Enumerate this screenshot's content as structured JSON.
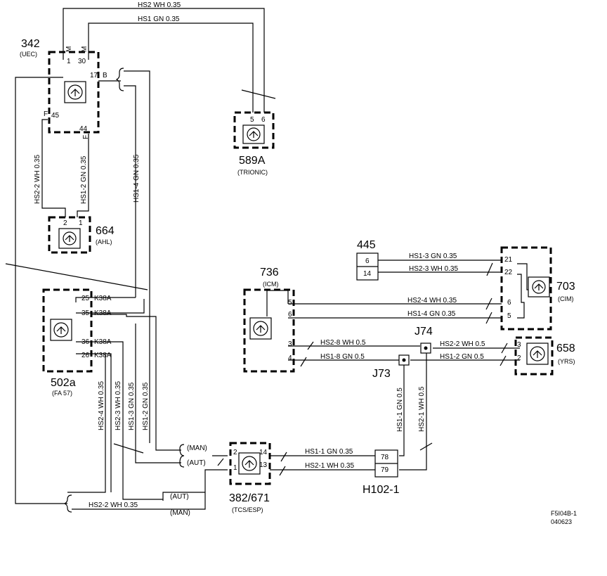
{
  "components": [
    {
      "id": "c342",
      "number": "342",
      "name": "(UEC)"
    },
    {
      "id": "c589",
      "number": "589A",
      "name": "(TRIONIC)"
    },
    {
      "id": "c664",
      "number": "664",
      "name": "(AHL)"
    },
    {
      "id": "c502",
      "number": "502a",
      "name": "(FA 57)"
    },
    {
      "id": "c445",
      "number": "445",
      "name": ""
    },
    {
      "id": "c736",
      "number": "736",
      "name": "(ICM)"
    },
    {
      "id": "c703",
      "number": "703",
      "name": "(CIM)"
    },
    {
      "id": "c658",
      "number": "658",
      "name": "(YRS)"
    },
    {
      "id": "c382",
      "number": "382/671",
      "name": "(TCS/ESP)"
    },
    {
      "id": "cH102",
      "number": "H102-1",
      "name": ""
    },
    {
      "id": "cJ74",
      "number": "J74",
      "name": ""
    },
    {
      "id": "cJ73",
      "number": "J73",
      "name": ""
    }
  ],
  "wire_labels": {
    "top_hs2": "HS2  WH  0.35",
    "top_hs1": "HS1  GN  0.35",
    "v_hs2_2": "HS2-2  WH  0.35",
    "v_hs1_2": "HS1-2  GN  0.35",
    "v_hs1_4": "HS1-4  GN  0.35",
    "w445_hs1_3": "HS1-3  GN  0.35",
    "w445_hs2_3": "HS2-3  WH  0.35",
    "w736_hs2_4": "HS2-4  WH  0.35",
    "w736_hs1_4": "HS1-4  GN  0.35",
    "w736_hs2_8": "HS2-8  WH  0.5",
    "w736_hs1_8": "HS1-8  GN  0.5",
    "w658_hs2_2": "HS2-2  WH  0.5",
    "w658_hs1_2": "HS1-2  GN  0.5",
    "v_hs1_1": "HS1-1  GN  0.5",
    "v_hs2_1": "HS2-1  WH  0.5",
    "b_hs1_1": "HS1-1  GN  0.35",
    "b_hs2_1": "HS2-1  WH  0.35",
    "v502_hs2_4": "HS2-4  WH  0.35",
    "v502_hs2_3": "HS2-3  WH  0.35",
    "v502_hs1_3": "HS1-3  GN  0.35",
    "v502_hs1_2": "HS1-2  GN  0.35",
    "bot_hs2_2": "HS2-2  WH  0.35",
    "k38a_1": "K38A",
    "k38a_2": "K38A",
    "k38a_3": "K38A",
    "k38a_4": "K38A",
    "man_1": "(MAN)",
    "aut_1": "(AUT)",
    "aut_2": "(AUT)",
    "man_2": "(MAN)"
  },
  "pins": {
    "p342_m1": "M",
    "p342_m2": "M",
    "p342_1": "1",
    "p342_30": "30",
    "p342_17": "17",
    "p342_b": "B",
    "p342_f1": "F",
    "p342_45": "45",
    "p342_44": "44",
    "p342_f2": "F",
    "p589_5": "5",
    "p589_6": "6",
    "p664_2": "2",
    "p664_1": "1",
    "p502_25": "25",
    "p502_35": "35",
    "p502_36": "36",
    "p502_26": "26",
    "p445_6": "6",
    "p445_14": "14",
    "p736_5": "5",
    "p736_6": "6",
    "p736_3": "3",
    "p736_4": "4",
    "p703_21": "21",
    "p703_22": "22",
    "p703_6": "6",
    "p703_5": "5",
    "p658_3": "3",
    "p658_2": "2",
    "p382_2": "2",
    "p382_1": "1",
    "p382_14": "14",
    "p382_13": "13",
    "pH_78": "78",
    "pH_79": "79"
  },
  "footer": {
    "code1": "F5I04B-1",
    "code2": "040623"
  }
}
